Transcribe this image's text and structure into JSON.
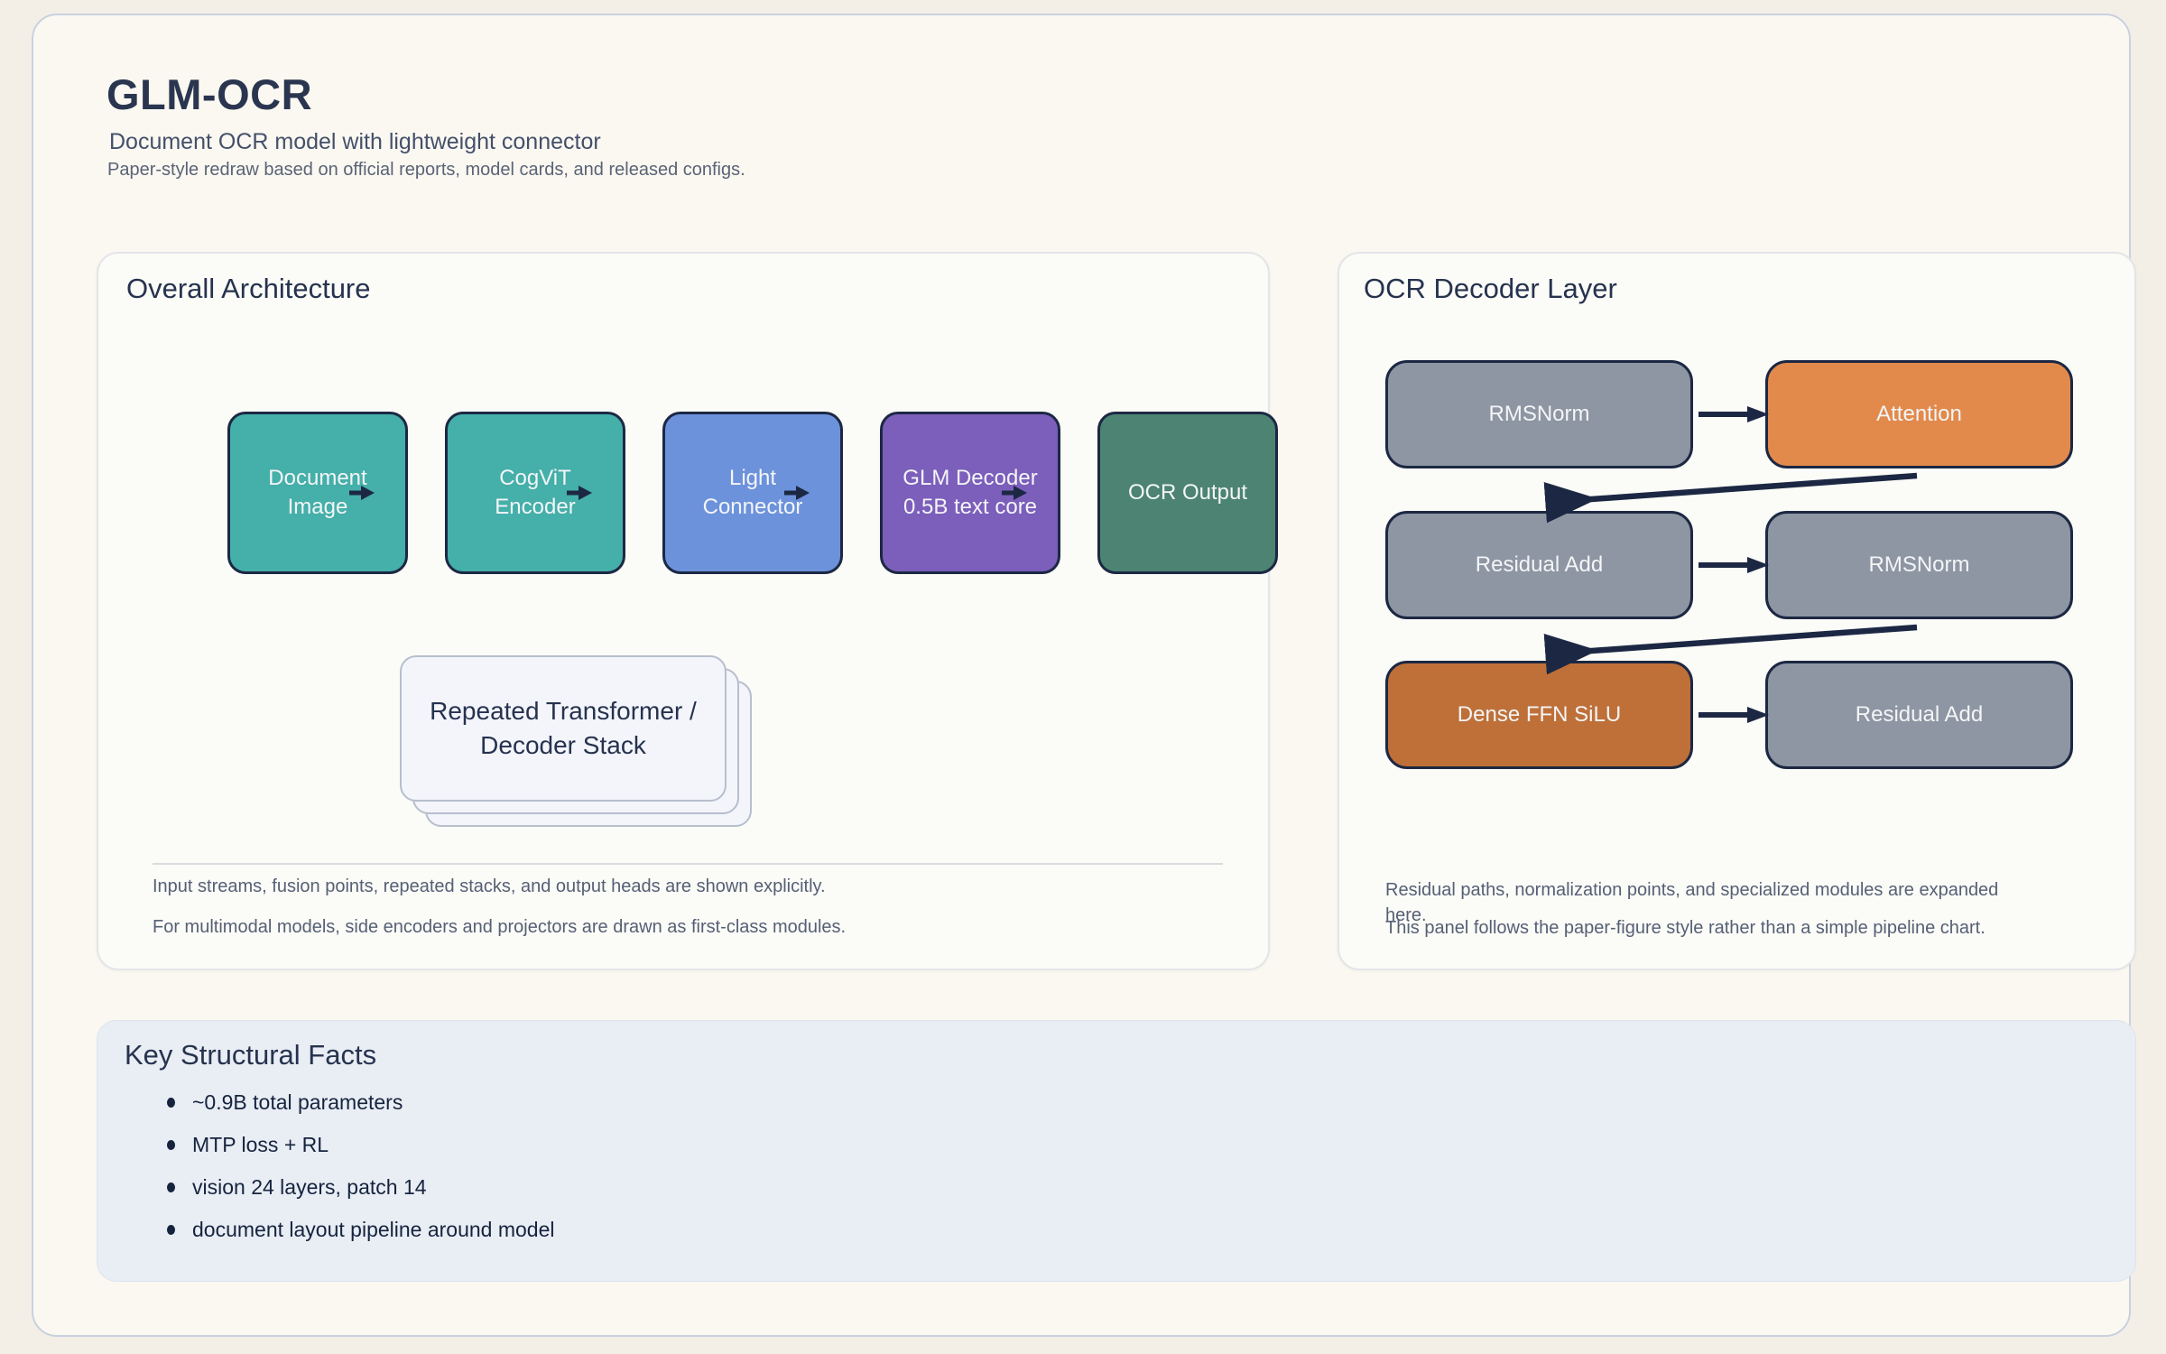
{
  "header": {
    "title": "GLM-OCR",
    "subtitle": "Document OCR model with lightweight connector",
    "note": "Paper-style redraw based on official reports, model cards, and released configs."
  },
  "colors": {
    "teal": "#45AFA9",
    "blue": "#6C92DC",
    "purple": "#7C5EBB",
    "green": "#4C8372",
    "gray": "#8D96A2",
    "orange": "#E28A4C",
    "brown": "#BF7038",
    "navy": "#1C2843",
    "page_background": "#F3EFE7",
    "card_background": "#FAF8F0",
    "facts_background": "#E9EDF4"
  },
  "overall": {
    "title": "Overall Architecture",
    "pipeline": [
      {
        "lines": [
          "Document",
          "Image"
        ],
        "color": "#45AFA9"
      },
      {
        "lines": [
          "CogViT",
          "Encoder"
        ],
        "color": "#45AFA9"
      },
      {
        "lines": [
          "Light",
          "Connector"
        ],
        "color": "#6C92DC"
      },
      {
        "lines": [
          "GLM Decoder",
          "0.5B text core"
        ],
        "color": "#7C5EBB"
      },
      {
        "lines": [
          "OCR Output"
        ],
        "color": "#4C8372"
      }
    ],
    "stack": {
      "lines": [
        "Repeated Transformer /",
        "Decoder Stack"
      ]
    },
    "notes": [
      "Input streams, fusion points, repeated stacks, and output heads are shown explicitly.",
      "For multimodal models, side encoders and projectors are drawn as first-class modules."
    ]
  },
  "decoder": {
    "title": "OCR Decoder Layer",
    "rows": [
      [
        {
          "label": "RMSNorm",
          "color": "#8D96A2"
        },
        {
          "label": "Attention",
          "color": "#E28A4C"
        }
      ],
      [
        {
          "label": "Residual Add",
          "color": "#8D96A2"
        },
        {
          "label": "RMSNorm",
          "color": "#8D96A2"
        }
      ],
      [
        {
          "label": "Dense FFN SiLU",
          "color": "#BF7038"
        },
        {
          "label": "Residual Add",
          "color": "#8D96A2"
        }
      ]
    ],
    "notes": [
      "Residual paths, normalization points, and specialized modules are expanded here.",
      "This panel follows the paper-figure style rather than a simple pipeline chart."
    ]
  },
  "facts": {
    "title": "Key Structural Facts",
    "items": [
      "~0.9B total parameters",
      "MTP loss + RL",
      "vision 24 layers, patch 14",
      "document layout pipeline around model"
    ]
  }
}
